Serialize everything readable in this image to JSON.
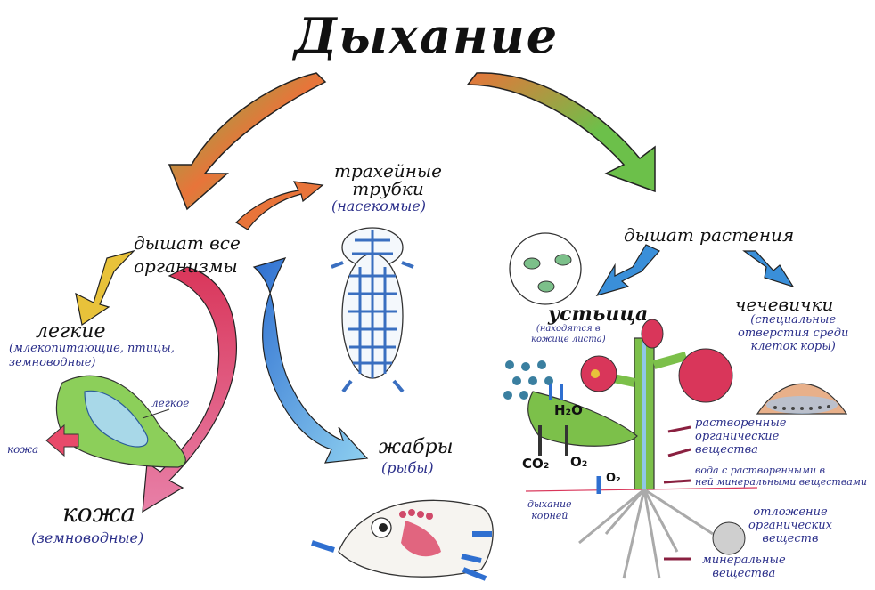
{
  "title": "Дыхание",
  "nodes": {
    "all_organisms": "дышат все\nорганизмы",
    "plants": "дышат растения",
    "tracheae": "трахейные\nтрубки",
    "tracheae_note": "(насекомые)",
    "lungs": "легкие",
    "lungs_note": "(млекопитающие, птицы,\nземноводные)",
    "lung_label": "легкое",
    "skin_arrow_label": "кожа",
    "skin": "кожа",
    "skin_note": "(земноводные)",
    "gills": "жабры",
    "gills_note": "(рыбы)",
    "stomata": "устьица",
    "stomata_note": "(находятся в\nкожице листа)",
    "lenticels": "чечевички",
    "lenticels_note": "(специальные\nотверстия среди\nклеток коры)",
    "h2o": "H₂O",
    "co2": "CO₂",
    "o2_leaf": "O₂",
    "o2_root": "O₂",
    "root_respiration": "дыхание\nкорней",
    "dissolved_organic": "растворенные\nорганические\nвещества",
    "water_minerals": "вода с растворенными в\nней минеральными веществами",
    "deposit_organic": "отложение\nорганических\nвеществ",
    "minerals": "минеральные\nвещества"
  },
  "colors": {
    "green": "#6cc04a",
    "orange": "#e8743a",
    "red": "#d9365a",
    "blue": "#3a8fd9",
    "yellow": "#e8c23a",
    "ink": "#2b2f8a"
  }
}
